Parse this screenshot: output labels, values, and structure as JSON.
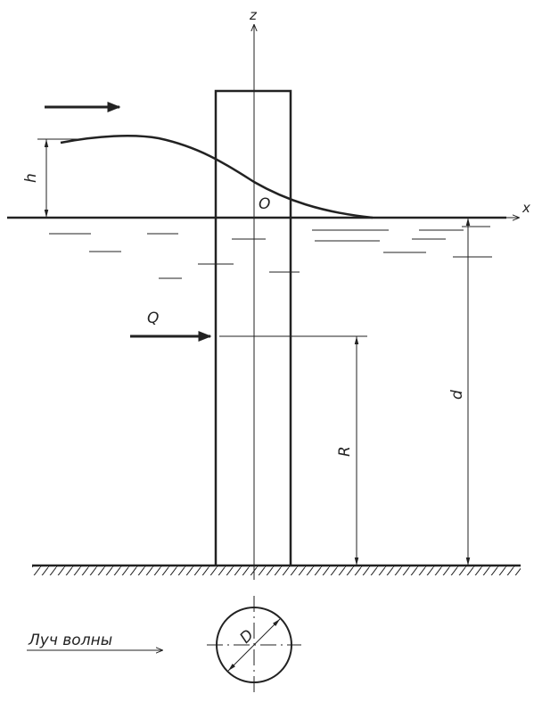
{
  "labels": {
    "axis_z": "z",
    "axis_x": "x",
    "origin": "O",
    "wave_height": "h",
    "force": "Q",
    "depth": "d",
    "force_arm": "R",
    "diameter": "D",
    "wave_ray": "Луч волны"
  },
  "colors": {
    "line": "#222222",
    "background": "#ffffff"
  }
}
